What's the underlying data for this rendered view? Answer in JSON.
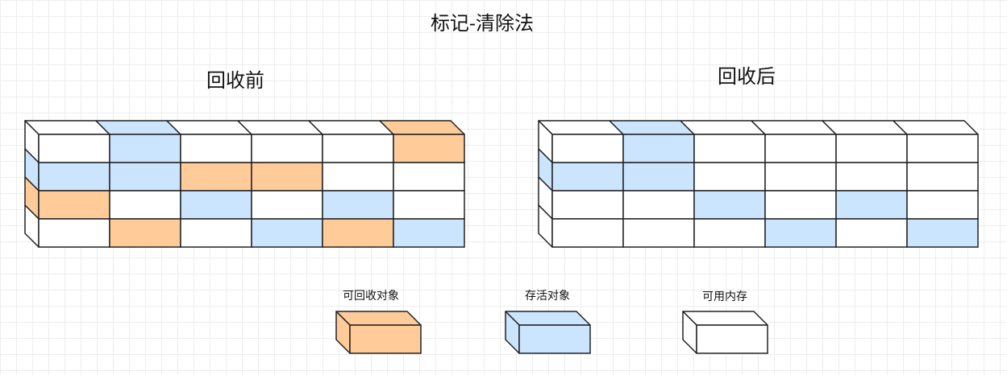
{
  "title": "标记-清除法",
  "before": {
    "label": "回收前",
    "grid": [
      [
        "free",
        "live",
        "free",
        "free",
        "free",
        "garbage"
      ],
      [
        "live",
        "live",
        "garbage",
        "garbage",
        "free",
        "free"
      ],
      [
        "garbage",
        "free",
        "live",
        "free",
        "live",
        "free"
      ],
      [
        "free",
        "garbage",
        "free",
        "live",
        "garbage",
        "live"
      ]
    ]
  },
  "after": {
    "label": "回收后",
    "grid": [
      [
        "free",
        "live",
        "free",
        "free",
        "free",
        "free"
      ],
      [
        "live",
        "live",
        "free",
        "free",
        "free",
        "free"
      ],
      [
        "free",
        "free",
        "live",
        "free",
        "live",
        "free"
      ],
      [
        "free",
        "free",
        "free",
        "live",
        "free",
        "live"
      ]
    ]
  },
  "legend": [
    {
      "kind": "garbage",
      "label": "可回收对象"
    },
    {
      "kind": "live",
      "label": "存活对象"
    },
    {
      "kind": "free",
      "label": "可用内存"
    }
  ],
  "colors": {
    "garbage": "#ffcc99",
    "live": "#cce5ff",
    "free": "#ffffff",
    "stroke": "#000000"
  }
}
